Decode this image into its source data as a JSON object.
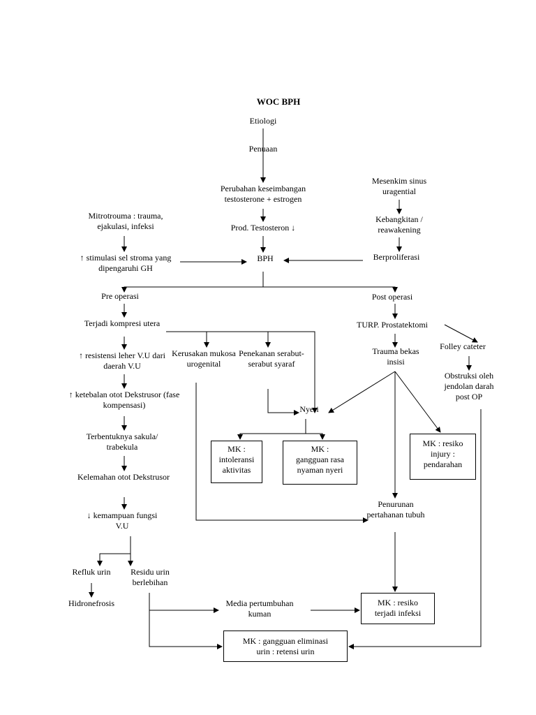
{
  "title": "WOC BPH",
  "nodes": {
    "etiologi": [
      "Etiologi"
    ],
    "penuaan": [
      "Penuaan"
    ],
    "perubahan": [
      "Perubahan keseimbangan",
      "testosterone + estrogen"
    ],
    "prod_testosteron": [
      "Prod. Testosteron ↓"
    ],
    "bph": [
      "BPH"
    ],
    "mesenkim": [
      "Mesenkim sinus",
      "uragential"
    ],
    "kebangkitan": [
      "Kebangkitan /",
      "reawakening"
    ],
    "berproliferasi": [
      "Berproliferasi"
    ],
    "mitrotrouma": [
      "Mitrotrouma : trauma,",
      "ejakulasi, infeksi"
    ],
    "stimulasi": [
      "↑ stimulasi sel stroma yang",
      "dipengaruhi GH"
    ],
    "pre_operasi": [
      "Pre operasi"
    ],
    "post_operasi": [
      "Post operasi"
    ],
    "kompresi": [
      "Terjadi kompresi utera"
    ],
    "resistensi": [
      "↑ resistensi leher V.U dari",
      "daerah V.U"
    ],
    "kerusakan": [
      "Kerusakan mukosa",
      "urogenital"
    ],
    "penekanan": [
      "Penekanan serabut-",
      "serabut syaraf"
    ],
    "ketebalan": [
      "↑ ketebalan otot Dekstrusor (fase",
      "kompensasi)"
    ],
    "sakula": [
      "Terbentuknya sakula/",
      "trabekula"
    ],
    "kelemahan": [
      "Kelemahan otot Dekstrusor"
    ],
    "kemampuan": [
      "↓ kemampuan fungsi",
      "V.U"
    ],
    "refluk": [
      "Refluk urin"
    ],
    "residu": [
      "Residu urin",
      "berlebihan"
    ],
    "hidronefrosis": [
      "Hidronefrosis"
    ],
    "turp": [
      "TURP. Prostatektomi"
    ],
    "trauma": [
      "Trauma bekas",
      "insisi"
    ],
    "folley": [
      "Folley cateter"
    ],
    "obstruksi": [
      "Obstruksi oleh",
      "jendolan darah",
      "post OP"
    ],
    "nyeri": [
      "Nyeri"
    ],
    "penurunan": [
      "Penurunan",
      "pertahanan tubuh"
    ],
    "media": [
      "Media pertumbuhan",
      "kuman"
    ]
  },
  "boxes": {
    "mk_intoleransi": [
      "MK :",
      "intoleransi",
      "aktivitas"
    ],
    "mk_nyeri": [
      "MK :",
      "gangguan rasa",
      "nyaman nyeri"
    ],
    "mk_injury": [
      "MK : resiko",
      "injury :",
      "pendarahan"
    ],
    "mk_infeksi": [
      "MK : resiko",
      "terjadi infeksi"
    ],
    "mk_eliminasi": [
      "MK : gangguan eliminasi",
      "urin : retensi urin"
    ]
  }
}
